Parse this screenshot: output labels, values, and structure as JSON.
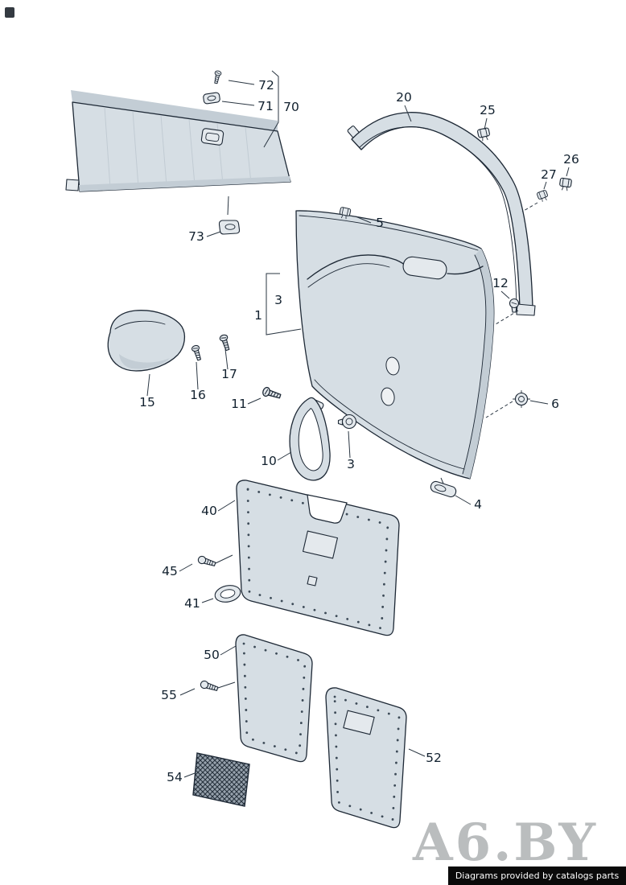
{
  "labels": {
    "l70": "70",
    "l71": "71",
    "l72": "72",
    "l73": "73",
    "l20": "20",
    "l25": "25",
    "l26": "26",
    "l27": "27",
    "l1": "1",
    "l3a": "3",
    "l3b": "3",
    "l4": "4",
    "l5": "5",
    "l6": "6",
    "l10": "10",
    "l11": "11",
    "l12": "12",
    "l15": "15",
    "l16": "16",
    "l17": "17",
    "l40": "40",
    "l41": "41",
    "l45": "45",
    "l50": "50",
    "l52": "52",
    "l54": "54",
    "l55": "55"
  },
  "watermark": "A6.BY",
  "credit": "Diagrams provided by catalogs parts",
  "colors": {
    "ink": "#1d2835",
    "panel_fill": "#d6dee4",
    "watermark_gray": "#b3b6b8",
    "credit_bar_bg": "#0a0a0a",
    "credit_text": "#ffffff"
  }
}
